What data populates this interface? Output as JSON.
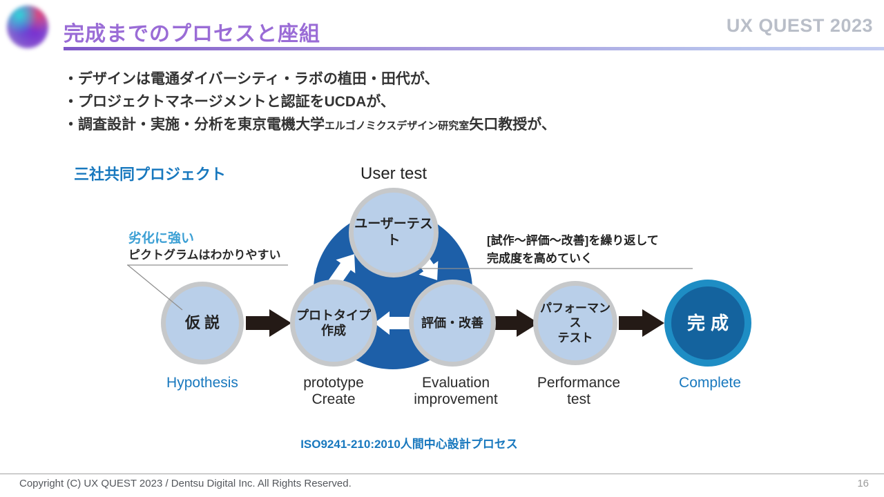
{
  "colors": {
    "title_purple": "#9a6cd6",
    "brand_gray": "#b9bec8",
    "accent_blue": "#1878be",
    "note_light_blue": "#3b9fd4",
    "loop_circle_blue": "#1d5fa8",
    "node_fill": "#b9cfe9",
    "node_border": "#c6c8ca",
    "complete_fill": "#14639e",
    "complete_ring": "#1e8dc4",
    "arrow_black": "#241a16",
    "body_text": "#333333"
  },
  "header": {
    "title": "完成までのプロセスと座組",
    "brand": "UX QUEST 2023"
  },
  "bullets": {
    "line1": "・デザインは電通ダイバーシティ・ラボの植田・田代が、",
    "line2": "・プロジェクトマネージメントと認証をUCDAが、",
    "line3_pre": "・調査設計・実施・分析を東京電機大学",
    "line3_small": "エルゴノミクスデザイン研究室",
    "line3_post": "矢口教授が、"
  },
  "project_label": "三社共同プロジェクト",
  "diagram": {
    "top_label": "User test",
    "picto_note_line1": "劣化に強い",
    "picto_note_line2": "ピクトグラムはわかりやすい",
    "loop_note": "[試作〜評価〜改善]を繰り返して\n完成度を高めていく",
    "nodes": [
      {
        "jp": "ユーザーテスト",
        "en": ""
      },
      {
        "jp": "仮説",
        "en": "Hypothesis"
      },
      {
        "jp": "プロトタイプ\n作成",
        "en": "prototype\nCreate"
      },
      {
        "jp": "評価・改善",
        "en": "Evaluation\nimprovement"
      },
      {
        "jp": "パフォーマンス\nテスト",
        "en": "Performance\ntest"
      },
      {
        "jp": "完成",
        "en": "Complete"
      }
    ],
    "caption": "ISO9241-210:2010人間中心設計プロセス"
  },
  "footer": {
    "copyright": "Copyright (C) UX QUEST 2023 / Dentsu Digital Inc. All Rights Reserved.",
    "page_number": "16"
  }
}
